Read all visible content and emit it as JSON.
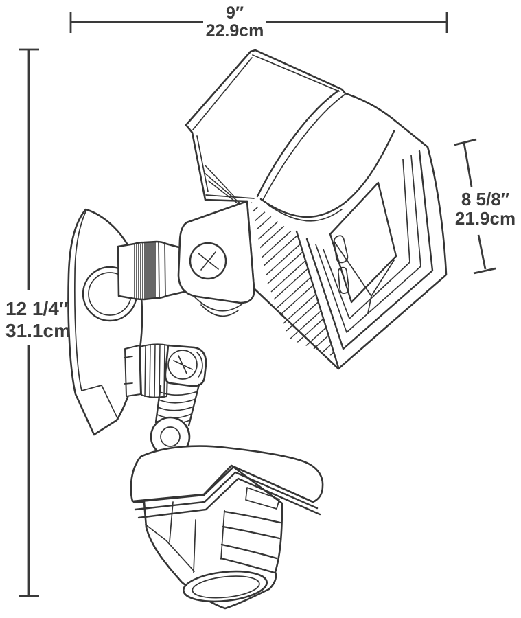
{
  "canvas": {
    "background": "#ffffff",
    "line_color": "#353535",
    "text_color": "#3b3b3b"
  },
  "dimensions": {
    "top_width": {
      "inches": "9″",
      "metric": "22.9cm"
    },
    "left_height": {
      "inches": "12 1/4″",
      "metric": "31.1cm"
    },
    "right_height": {
      "inches": "8 5/8″",
      "metric": "21.9cm"
    }
  }
}
